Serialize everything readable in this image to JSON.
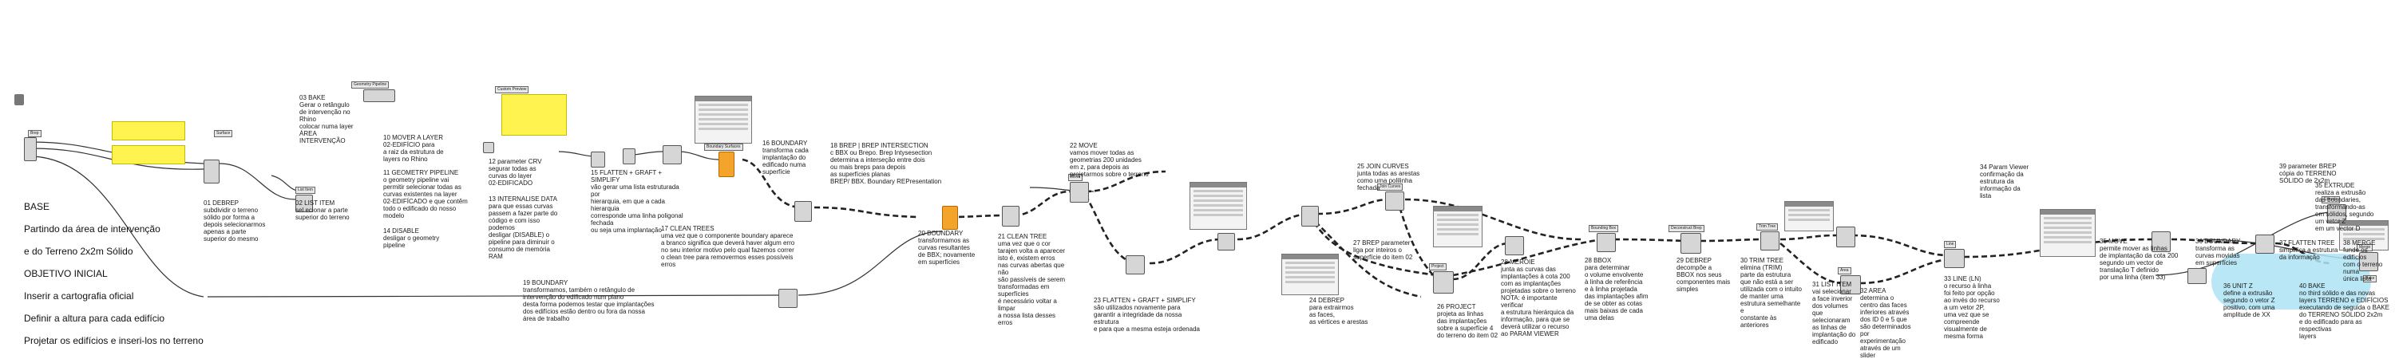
{
  "title": {
    "lines": [
      "BASE",
      "Partindo da área de intervenção",
      "e do Terreno 2x2m Sólido",
      "OBJETIVO INICIAL",
      "Inserir a cartografia oficial",
      "Definir a altura para cada edifício",
      "Projetar os edifícios e inseri-los no terreno"
    ]
  },
  "notes": {
    "n01": "01 DEBREP\nsubdividir o terreno\nsólido por forma a\ndepois selecionarmos\napenas a parte\nsuperior do mesmo",
    "n02": "02 LIST ITEM\nsel ecionar a parte\nsuperior do terreno",
    "n03": "03 BAKE\nGerar o retângulo\nde intervenção no\nRhino\ncolocar numa layer\nÁREA INTERVENÇÃO",
    "n10": "10 MOVER A LAYER\n02-EDIFÍCIO para\na raiz da estrutura de\nlayers no Rhino",
    "n11": "11 GEOMETRY PIPELINE\no geometry pipeline vai\npermitir selecionar todas as\ncurvas existentes na layer\n02-EDIFÍCADO e que contêm\ntodo o edificado do nosso modelo",
    "n14": "14 DISABLE\ndesligar o geometry pipeline",
    "n12": "12 parameter CRV\nsegurar todas as\ncurvas do layer\n02-EDIFICADO",
    "n13": "13 INTERNALISE DATA\npara que essas curvas\npassem a fazer parte do\ncódigo e com isso podemos\ndesligar (DISABLE) o\npipeline para diminuir o\nconsumo de memória\nRAM",
    "n15": "15 FLATTEN + GRAFT + SIMPLIFY\nvão gerar uma lista estruturada por\nhierarquia, em que a cada hierarquia\ncorresponde uma linha poligonal fechada\nou seja uma implantação",
    "n16": "16 BOUNDARY\ntransforma cada\nimplantação do\nedificado numa\nsuperfície",
    "n17": "17 CLEAN TREES\numa vez que o componente boundary aparece\na branco significa que deverá haver algum erro\nno seu interior motivo pelo qual fazemos correr\no clean tree para removermos esses possíveis erros",
    "n18": "18 BREP | BREP INTERSECTION\nc BBX ou Brepo. Brep Intysesection\ndetermina a interseção entre dois\nou mais breps para depois\nas superfícies planas\nBREP/ BBX. Boundary REPresentation",
    "n19": "19 BOUNDARY\ntransformamos, também o retângulo de\nintervenção do edificado num plano\ndesta forma podemos testar que implantações\ndos edifícios estão dentro ou fora da nossa\nárea de trabalho",
    "n20": "20 BOUNDARY\ntransformamos as\ncurvas resultantes\nde BBX; novamente\nem superfícies",
    "n21": "21 CLEAN TREE\numa vez que o cor\ntarajen volta a aparecer\nisto é, existem erros\nnas curvas abertas que não\nsão passíveis de serem\ntransformadas em superfícies\né necessário voltar a limpar\na nossa lista desses erros",
    "n22": "22 MOVE\nvamos mover todas as\ngeometrias 200 unidades\nem z, para depois as\nprojetarmos sobre o terreno",
    "n23": "23 FLATTEN + GRAFT + SIMPLIFY\nsão utilizados novamente para\ngarantir a integridade da nossa estrutura\ne para que a mesma esteja ordenada",
    "n24": "24 DEBREP\npara extrairmos\nas faces,\nas vértices e arestas",
    "n25": "25 JOIN CURVES\njunta todas as arestas\ncomo uma polilinha\nfechada",
    "n26": "26 PROJECT\nprojeta as linhas\ndas implantações\nsobre a superfície 4\ndo terreno do item 02",
    "n27": "27 BREP parameter\nliga por inteiros o\nsuperfície do item 02",
    "n28": "28 MEROIE\njunta as curvas das\nimplantações à cota 200\ncom as implantações\nprojetadas sobre o terreno\nNOTA: é importante verificar\na estrutura hierárquica da\ninformação, para que se\ndeverá utilizar o recurso\nao PARAM VIEWER",
    "n28b": "28 BBOX\npara determinar\no volume envolvente\nà linha de referência\ne à linha projetada\ndas implantações afim\nde se obter as cotas\nmais baixas de cada\numa delas",
    "n29": "29 DEBREP\ndecompõe a\nBBOX nos seus\ncomponentes mais\nsimples",
    "n30": "30 TRIM TREE\nelimina (TRIM)\nparte da estrutura\nque não está a ser\nutilizada com o intuito\nde manter uma\nestrutura semelhante e\nconstante às anteriores",
    "n31": "31 LIST ITEM\nvai selecionar\na face inverior\ndos volumes\nque selecionaram\nas linhas de\nimplantação do\nedificado",
    "n32": "32 AREA\ndetermina o\ncentro das faces\ninferiores através\ndos ID 0 e 5 que\nsão determinados\npor experimentação\natravés de um slider",
    "n33": "33 LINE (LN)\no recurso à linha\nfoi feito por opção\nao invés do recurso\na um vetor 2P,\numa vez que se\ncompreende\nvisualmente de\nmesma forma",
    "n34": "34 Param Viewer\nconfirmação da\nestrutura da\ninformação da\nlista",
    "n35": "35 MOVE\npermite mover as linhas\nde implantação da cota 200\nsegundo um vector de\ntranslação T definido\npor uma linha (item 33)",
    "n36": "36 BOUNDARY\ntransforma as\ncurvas movidas\nem superfícies",
    "n37": "37 FLATTEN TREE\nsimplifica a estrutura\nda informação",
    "n38": "38 MERGE\nfunde os edifícios\ncom o terreno numa\núnica lista",
    "n39": "39 parameter BREP\ncópia do TERRENO\nSÓLIDO de 2x2m",
    "n35b": "35 EXTRUDE\nrealiza a extrusão\ndas boundaries,\ntransformando-as\nem sólidos, segundo\num vetor Z\nem um vector D",
    "n36b": "36 UNIT Z\ndefine a extrusão\nsegundo o vetor Z\npositivo, com uma\namplitude de XX",
    "n40": "40 BAKE\nno third sólido e das novas\nlayers TERRENO e EDIFÍCIOS\nexecutando de seguida o BAKE\ndo TERRENO SÓLIDO 2x2m\ne do edificado para as respectivas\nlayers"
  },
  "chips": {
    "c1": "Brep",
    "c2": "Surface",
    "c3": "List Item",
    "c4": "Custom Preview",
    "c5": "Geometry Pipeline",
    "c6": "Boundary Surfaces",
    "c7": "Move",
    "c8": "Join Curves",
    "c9": "Project",
    "c10": "Bounding Box",
    "c11": "Deconstruct Brep",
    "c12": "Trim Tree",
    "c13": "Area",
    "c14": "Line",
    "c15": "Extrude",
    "c16": "Merge",
    "c17": "Bake"
  },
  "colors": {
    "wire": "#333333",
    "yellow": "#fff44f",
    "orange": "#f4a32b",
    "blue_zone": "#aee3f3",
    "component": "#d6d6d6"
  }
}
